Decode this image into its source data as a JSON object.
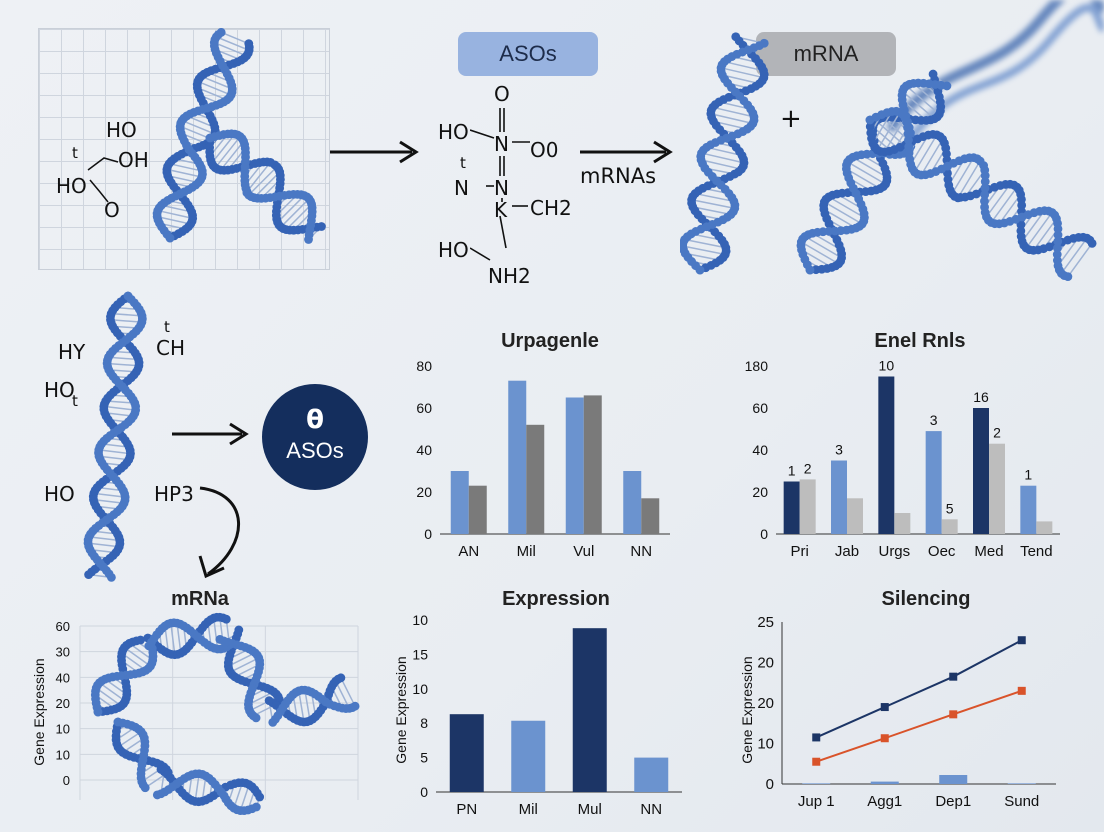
{
  "labels": {
    "asos_pill": "ASOs",
    "mrna_pill": "mRNA",
    "plus": "+",
    "mrnas_arrow": "mRNAs",
    "circle_symbol": "θ",
    "circle_text": "ASOs"
  },
  "chem_left": [
    "HO",
    "t",
    "OH",
    "HO",
    "O"
  ],
  "chem_center": [
    "O",
    "HO",
    "N",
    "O0",
    "t",
    "N",
    "N",
    "K",
    "CH2",
    "HO",
    "NH2"
  ],
  "chem_mid_left": [
    "t",
    "HY",
    "CH",
    "HO",
    "t",
    "HO",
    "HP3"
  ],
  "colors": {
    "navy": "#1c3566",
    "blue": "#6b93cf",
    "gray": "#7a7a7a",
    "lightgray": "#bdbdbd",
    "orange": "#d9532a"
  },
  "chart_data": [
    {
      "type": "bar",
      "title": "Urpagenle",
      "categories": [
        "AN",
        "Mil",
        "Vul",
        "NN"
      ],
      "series": [
        {
          "values": [
            30,
            73,
            65,
            30
          ]
        },
        {
          "values": [
            23,
            52,
            66,
            17
          ]
        }
      ],
      "ylim": [
        0,
        80
      ],
      "yticks": [
        "0",
        "20",
        "40",
        "60",
        "80"
      ]
    },
    {
      "type": "bar",
      "title": "Enel Rnls",
      "categories": [
        "Pri",
        "Jab",
        "Urgs",
        "Oec",
        "Med",
        "Tend"
      ],
      "series": [
        {
          "values": [
            25,
            35,
            75,
            49,
            60,
            23
          ]
        },
        {
          "values": [
            26,
            17,
            10,
            7,
            43,
            6
          ]
        }
      ],
      "data_labels": [
        [
          "1",
          "2"
        ],
        [
          "3",
          ""
        ],
        [
          "10",
          ""
        ],
        [
          "3",
          "5"
        ],
        [
          "16",
          "2"
        ],
        [
          "1",
          ""
        ]
      ],
      "ylim": [
        0,
        80
      ],
      "yticks": [
        "0",
        "20",
        "40",
        "60",
        "180"
      ]
    },
    {
      "type": "bar",
      "title": "Expression",
      "ylabel": "Gene Expression",
      "categories": [
        "PN",
        "Mil",
        "Mul",
        "NN"
      ],
      "values": [
        9.5,
        8.7,
        20,
        4.2
      ],
      "ylim": [
        0,
        21
      ],
      "yticks": [
        "0",
        "5",
        "8",
        "10",
        "15",
        "10"
      ]
    },
    {
      "type": "line",
      "title": "Silencing",
      "ylabel": "Gene Expression",
      "categories": [
        "Jup 1",
        "Agg1",
        "Dep1",
        "Sund"
      ],
      "series": [
        {
          "values": [
            11.5,
            19,
            26.5,
            35.5
          ]
        },
        {
          "values": [
            5.5,
            11.3,
            17.2,
            23
          ]
        }
      ],
      "bars": [
        0.2,
        0.8,
        3,
        0.2
      ],
      "ylim": [
        0,
        25
      ],
      "yticks": [
        "0",
        "10",
        "20",
        "20",
        "25"
      ]
    },
    {
      "type": "line",
      "title": "mRNa",
      "ylabel": "Gene Expression",
      "yticks": [
        "0",
        "10",
        "10",
        "20",
        "40",
        "30",
        "60"
      ]
    }
  ]
}
